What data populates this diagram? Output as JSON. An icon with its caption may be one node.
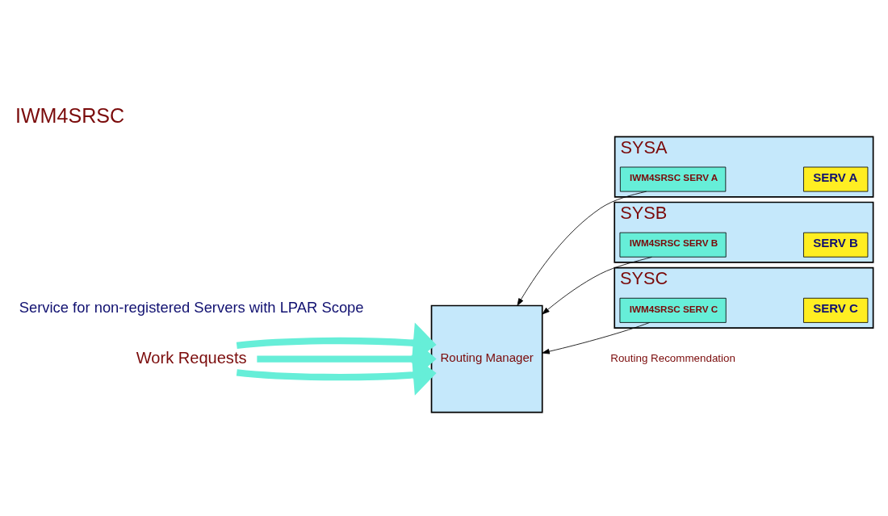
{
  "diagram": {
    "title": "IWM4SRSC",
    "nodes": [
      {
        "text": [
          "Work Requests"
        ]
      },
      {
        "text": [
          "Routing Manager"
        ]
      },
      {
        "text": [
          "SYSA"
        ]
      },
      {
        "text": [
          "IWM4SRSC SERV A"
        ],
        "in": 2
      },
      {
        "text": [
          "SERV A"
        ],
        "in": 2
      },
      {
        "text": [
          "SYSB"
        ]
      },
      {
        "text": [
          "IWM4SRSC SERV B"
        ],
        "in": 5
      },
      {
        "text": [
          "SERV B"
        ],
        "in": 5
      },
      {
        "text": [
          "SYSC"
        ]
      },
      {
        "text": [
          "IWM4SRSC SERV C"
        ],
        "in": 8
      },
      {
        "text": [
          "SERV C"
        ],
        "in": 8
      }
    ],
    "edges": [
      {
        "from": 0,
        "to": 1,
        "arrow": "to",
        "style": "thick",
        "color": "#66eed8"
      },
      {
        "from": 0,
        "to": 1,
        "arrow": "to",
        "style": "thick",
        "color": "#66eed8"
      },
      {
        "from": 0,
        "to": 1,
        "arrow": "to",
        "style": "thick",
        "color": "#66eed8"
      },
      {
        "from": 3,
        "to": 1,
        "arrow": "to",
        "color": "#000000"
      },
      {
        "from": 6,
        "to": 1,
        "arrow": "to",
        "color": "#000000"
      },
      {
        "from": 9,
        "to": 1,
        "arrow": "to",
        "color": "#000000"
      }
    ],
    "labels": [
      "Service for non-registered Servers with LPAR Scope",
      "Routing Recommendation"
    ]
  }
}
